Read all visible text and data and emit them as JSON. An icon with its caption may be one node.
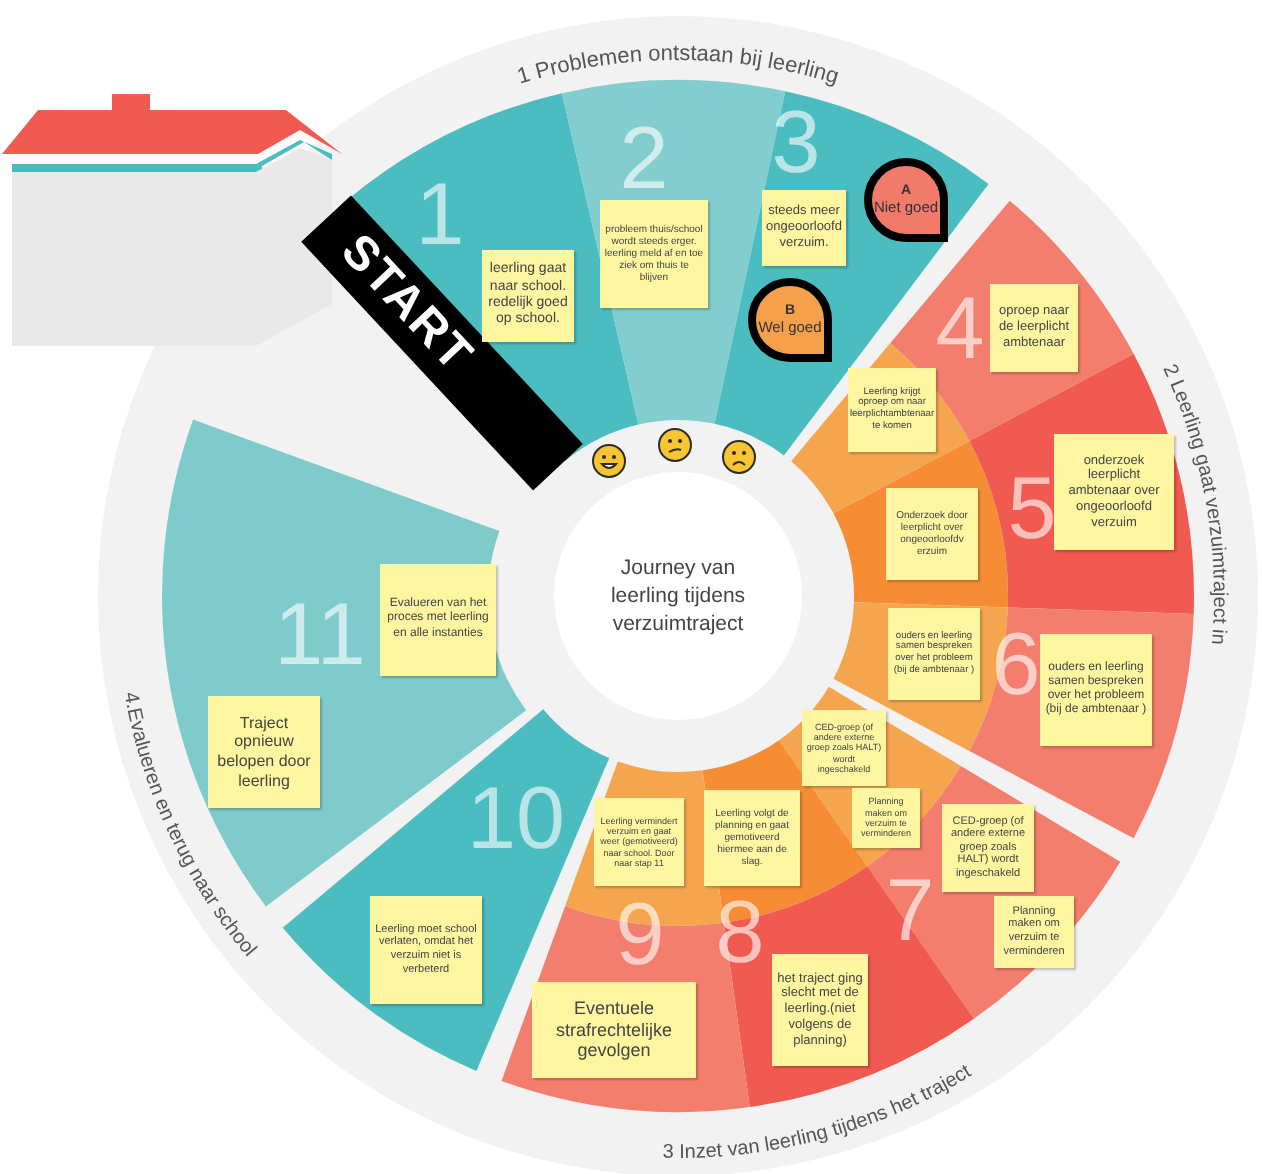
{
  "diagram": {
    "nodes": [
      {
        "text": [
          "START"
        ]
      },
      {
        "text": [
          "leerling gaat naar school. redelijk goed op school."
        ]
      },
      {
        "text": [
          "probleem thuis/school wordt steeds erger. leerling meld af en toe ziek om thuis te blijven"
        ]
      },
      {
        "text": [
          "steeds meer ongeoorloofd verzuim."
        ]
      },
      {
        "text": [
          "A",
          "Niet goed"
        ]
      },
      {
        "text": [
          "B",
          "Wel goed"
        ]
      },
      {
        "text": [
          "oproep naar de leerplicht ambtenaar"
        ]
      },
      {
        "text": [
          "Leerling krijgt oproep om naar leerplichtambtenaar te komen"
        ]
      },
      {
        "text": [
          "onderzoek leerplicht ambtenaar over ongeoorloofd verzuim"
        ]
      },
      {
        "text": [
          "Onderzoek door leerplicht over ongeoorloofdv erzuim"
        ]
      },
      {
        "text": [
          "ouders en leerling samen bespreken over het probleem (bij de ambtenaar )"
        ]
      },
      {
        "text": [
          "ouders en leerling samen bespreken over het probleem (bij de ambtenaar )"
        ]
      },
      {
        "text": [
          "CED-groep (of andere externe groep zoals HALT) wordt ingeschakeld"
        ]
      },
      {
        "text": [
          "Planning maken om verzuim te verminderen"
        ]
      },
      {
        "text": [
          "CED-groep (of andere externe groep zoals HALT) wordt ingeschakeld"
        ]
      },
      {
        "text": [
          "Planning maken om verzuim te verminderen"
        ]
      },
      {
        "text": [
          "Leerling volgt de planning en gaat gemotiveerd hiermee aan de slag."
        ]
      },
      {
        "text": [
          "Leerling vermindert verzuim en gaat weer (gemotiveerd) naar school. Door naar stap 11"
        ]
      },
      {
        "text": [
          "het traject ging slecht met de leerling.(niet volgens de planning)"
        ]
      },
      {
        "text": [
          "Eventuele strafrechtelijke gevolgen"
        ]
      },
      {
        "text": [
          "Leerling moet school verlaten, omdat het verzuim niet is verbeterd"
        ]
      },
      {
        "text": [
          "Evalueren van het proces met leerling en alle instanties"
        ]
      },
      {
        "text": [
          "Traject opnieuw belopen door leerling"
        ]
      },
      {
        "text": [
          "Journey van leerling tijdens verzuimtraject"
        ]
      }
    ],
    "labels": [
      "1 Problemen ontstaan bij leerling",
      "2 Leerling gaat verzuimtraject in",
      "3 Inzet van leerling tijdens het traject",
      "4.Evalueren en terug naar school",
      "1",
      "2",
      "3",
      "4",
      "5",
      "6",
      "7",
      "8",
      "9",
      "10",
      "11"
    ]
  }
}
